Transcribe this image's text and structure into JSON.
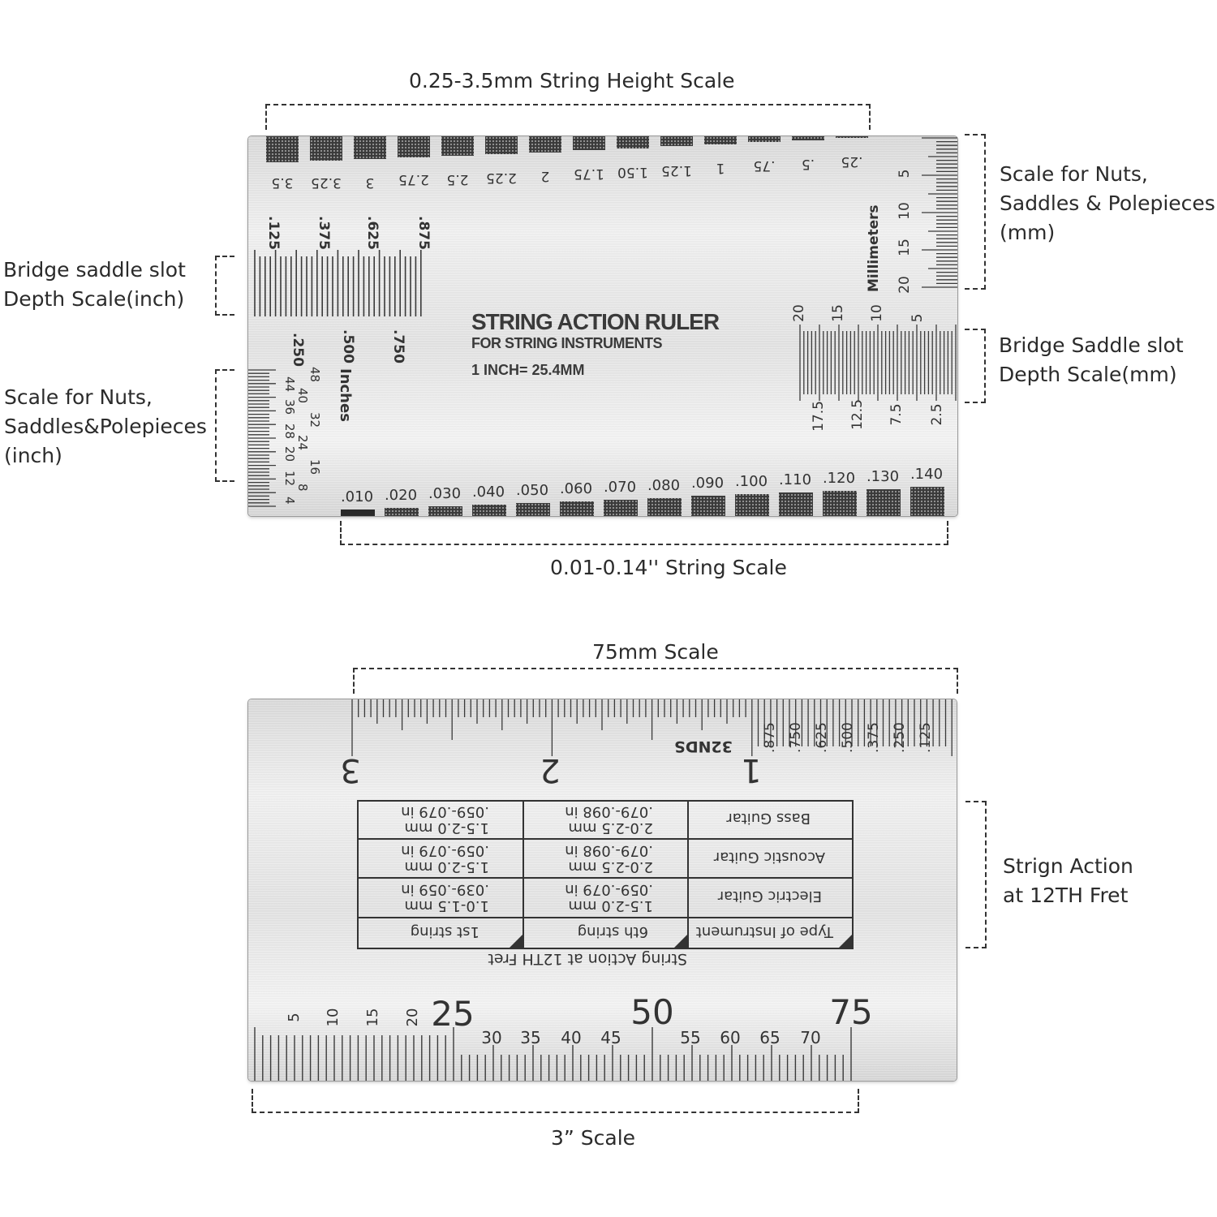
{
  "callouts": {
    "height_scale": "0.25-3.5mm String Height Scale",
    "nuts_mm": "Scale for Nuts,\nSaddles & Polepieces\n(mm)",
    "slot_inch": "Bridge saddle slot\nDepth Scale(inch)",
    "slot_mm": "Bridge Saddle slot\nDepth Scale(mm)",
    "nuts_inch": "Scale for Nuts,\nSaddles&Polepieces\n(inch)",
    "string_scale": "0.01-0.14'' String Scale",
    "scale_75mm": "75mm Scale",
    "action_12": "Strign Action\nat 12TH Fret",
    "scale_3in": "3” Scale"
  },
  "top_ruler": {
    "title": "STRING ACTION RULER",
    "subtitle": "FOR STRING  INSTRUMENTS",
    "conversion": "1 INCH= 25.4MM",
    "height_slots": [
      "3.5",
      "3.25",
      "3",
      "2.75",
      "2.5",
      "2.25",
      "2",
      "1.75",
      "1.50",
      "1.25",
      "1",
      ".75",
      ".5",
      ".25"
    ],
    "inch_top_labels": [
      ".125",
      ".375",
      ".625",
      ".875"
    ],
    "inch_bottom_labels": [
      ".250",
      ".500",
      ".750"
    ],
    "inches_word": "Inches",
    "mm_side_labels": [
      "5",
      "10",
      "15",
      "20"
    ],
    "millimeters_word": "Millimeters",
    "slot_mm_top": [
      "20",
      "15",
      "10",
      "5"
    ],
    "slot_mm_bottom": [
      "17.5",
      "12.5",
      "7.5",
      "2.5"
    ],
    "nut_inch_labels": [
      "48",
      "44",
      "40",
      "36",
      "32",
      "28",
      "24",
      "20",
      "16",
      "12",
      "8",
      "4"
    ],
    "string_slots": [
      ".010",
      ".020",
      ".030",
      ".040",
      ".050",
      ".060",
      ".070",
      ".080",
      ".090",
      ".100",
      ".110",
      ".120",
      ".130",
      ".140"
    ]
  },
  "bottom_ruler": {
    "inch_numbers": [
      "3",
      "2",
      "1"
    ],
    "thirtyseconds": "32NDS",
    "fraction_labels": [
      ".875",
      ".750",
      ".625",
      ".500",
      ".375",
      ".250",
      ".125"
    ],
    "table_title": "String Action at 12TH Fret",
    "table_headers": [
      "Type of Instrument",
      "6th string",
      "1st string"
    ],
    "table_rows": [
      [
        "Electric Guitar",
        "1.5-2.0 mm\n.059-.079 in",
        "1.0-1.5 mm\n.039-.059 in"
      ],
      [
        "Acoustic Guitar",
        "2.0-2.5 mm\n.079-.098 in",
        "1.5-2.0 mm\n.059-.079 in"
      ],
      [
        "Bass Guitar",
        "2.0-2.5 mm\n.079-.098 in",
        "1.5-2.0 mm\n.059-.079 in"
      ]
    ],
    "mm_small_labels": [
      "5",
      "10",
      "15",
      "20"
    ],
    "mm_big_labels": [
      "25",
      "50",
      "75"
    ],
    "mm_mid_labels": [
      "30",
      "35",
      "40",
      "45",
      "55",
      "60",
      "65",
      "70"
    ]
  }
}
